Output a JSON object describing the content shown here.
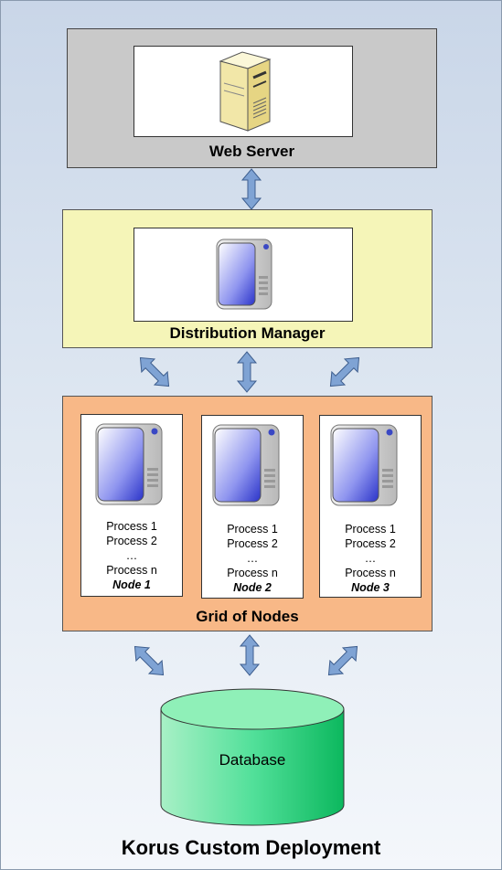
{
  "web_server": {
    "label": "Web Server",
    "icon": "tower-server-icon"
  },
  "distribution_manager": {
    "label": "Distribution Manager",
    "icon": "server-icon"
  },
  "grid": {
    "label": "Grid of Nodes",
    "nodes": [
      {
        "processes": [
          "Process 1",
          "Process 2",
          "…",
          "Process n"
        ],
        "name": "Node 1"
      },
      {
        "processes": [
          "Process 1",
          "Process 2",
          "…",
          "Process n"
        ],
        "name": "Node 2"
      },
      {
        "processes": [
          "Process 1",
          "Process 2",
          "…",
          "Process n"
        ],
        "name": "Node 3"
      }
    ]
  },
  "database": {
    "label": "Database"
  },
  "footer": {
    "title": "Korus Custom Deployment"
  },
  "colors": {
    "web_server_box": "#c9c9c9",
    "distribution_box": "#f5f5b8",
    "grid_box": "#f8b887",
    "database": "#2ed27a",
    "arrow_fill": "#7fa3d4",
    "arrow_stroke": "#3f5f8f"
  }
}
